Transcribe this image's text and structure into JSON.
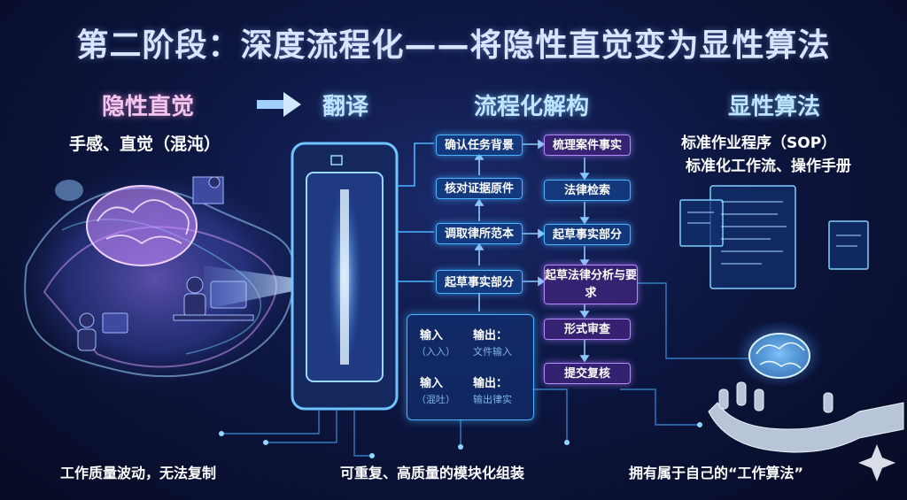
{
  "title": "第二阶段：深度流程化——将隐性直觉变为显性算法",
  "left": {
    "heading": "隐性直觉",
    "subtitle": "手感、直觉（混沌）",
    "footer": "工作质量波动，无法复制"
  },
  "translate": {
    "heading": "翻译"
  },
  "middle": {
    "heading": "流程化解构",
    "left_column": [
      "确认任务背景",
      "核对证据原件",
      "调取律所范本",
      "起草事实部分"
    ],
    "right_column": [
      "梳理案件事实",
      "法律检索",
      "起草事实部分",
      "起草法律分析与要求",
      "形式审查",
      "提交复核"
    ],
    "io": {
      "input1": "输入",
      "input1_sub": "（入入）",
      "output1": "输出：",
      "output1_sub": "文件输入",
      "input2": "输入",
      "input2_sub": "（混吐）",
      "output2": "输出：",
      "output2_sub": "输出律实"
    },
    "footer": "可重复、高质量的模块化组装"
  },
  "right": {
    "heading": "显性算法",
    "subtitle_1": "标准作业程序（SOP）",
    "subtitle_2": "标准化工作流、操作手册",
    "footer": "拥有属于自己的“工作算法”"
  },
  "colors": {
    "background": "#0d1640",
    "accent_blue": "#49b6ff",
    "accent_purple": "#b48bff",
    "heading_pink": "#f3c6ef"
  }
}
